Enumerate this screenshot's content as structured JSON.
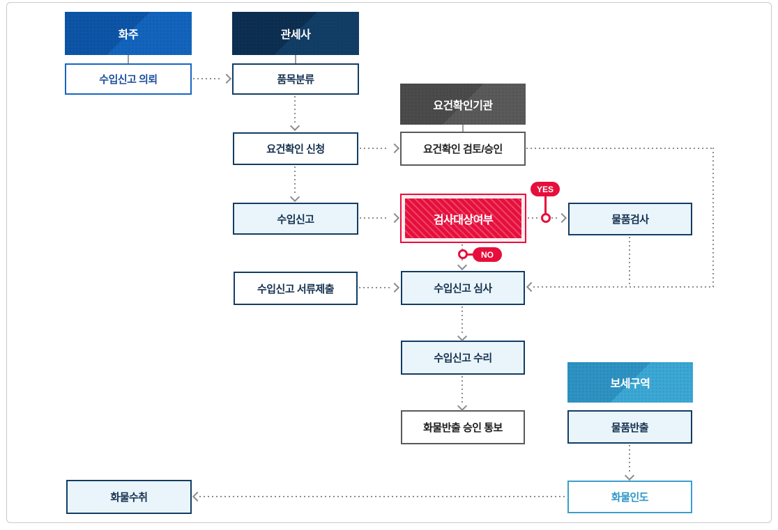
{
  "diagram": {
    "title_hint": "import-customs-clearance-flow",
    "headers": {
      "shipper": "화주",
      "customs_broker": "관세사",
      "requirement_agency": "요건확인기관",
      "bonded_area": "보세구역"
    },
    "steps": {
      "import_declaration_request": "수입신고 의뢰",
      "item_classification": "품목분류",
      "requirement_check_application": "요건확인 신청",
      "import_declaration": "수입신고",
      "requirement_check_review_approval": "요건확인 검토/승인",
      "inspection_target_decision": "검사대상여부",
      "goods_inspection": "물품검사",
      "import_declaration_document_submission": "수입신고 서류제출",
      "import_declaration_review": "수입신고 심사",
      "import_declaration_acceptance": "수입신고 수리",
      "cargo_release_approval_notification": "화물반출 승인 통보",
      "goods_release": "물품반출",
      "cargo_delivery": "화물인도",
      "cargo_receipt": "화물수취"
    },
    "branch_labels": {
      "yes": "YES",
      "no": "NO"
    },
    "colors": {
      "accent_red": "#e60f3c",
      "navy": "#123c63",
      "blue": "#1362bb",
      "light_blue_fill": "#e9f5fb",
      "sky_blue": "#3aa7d5",
      "gray_border": "#5a5a5a",
      "line_gray": "#8c8c8c"
    }
  }
}
